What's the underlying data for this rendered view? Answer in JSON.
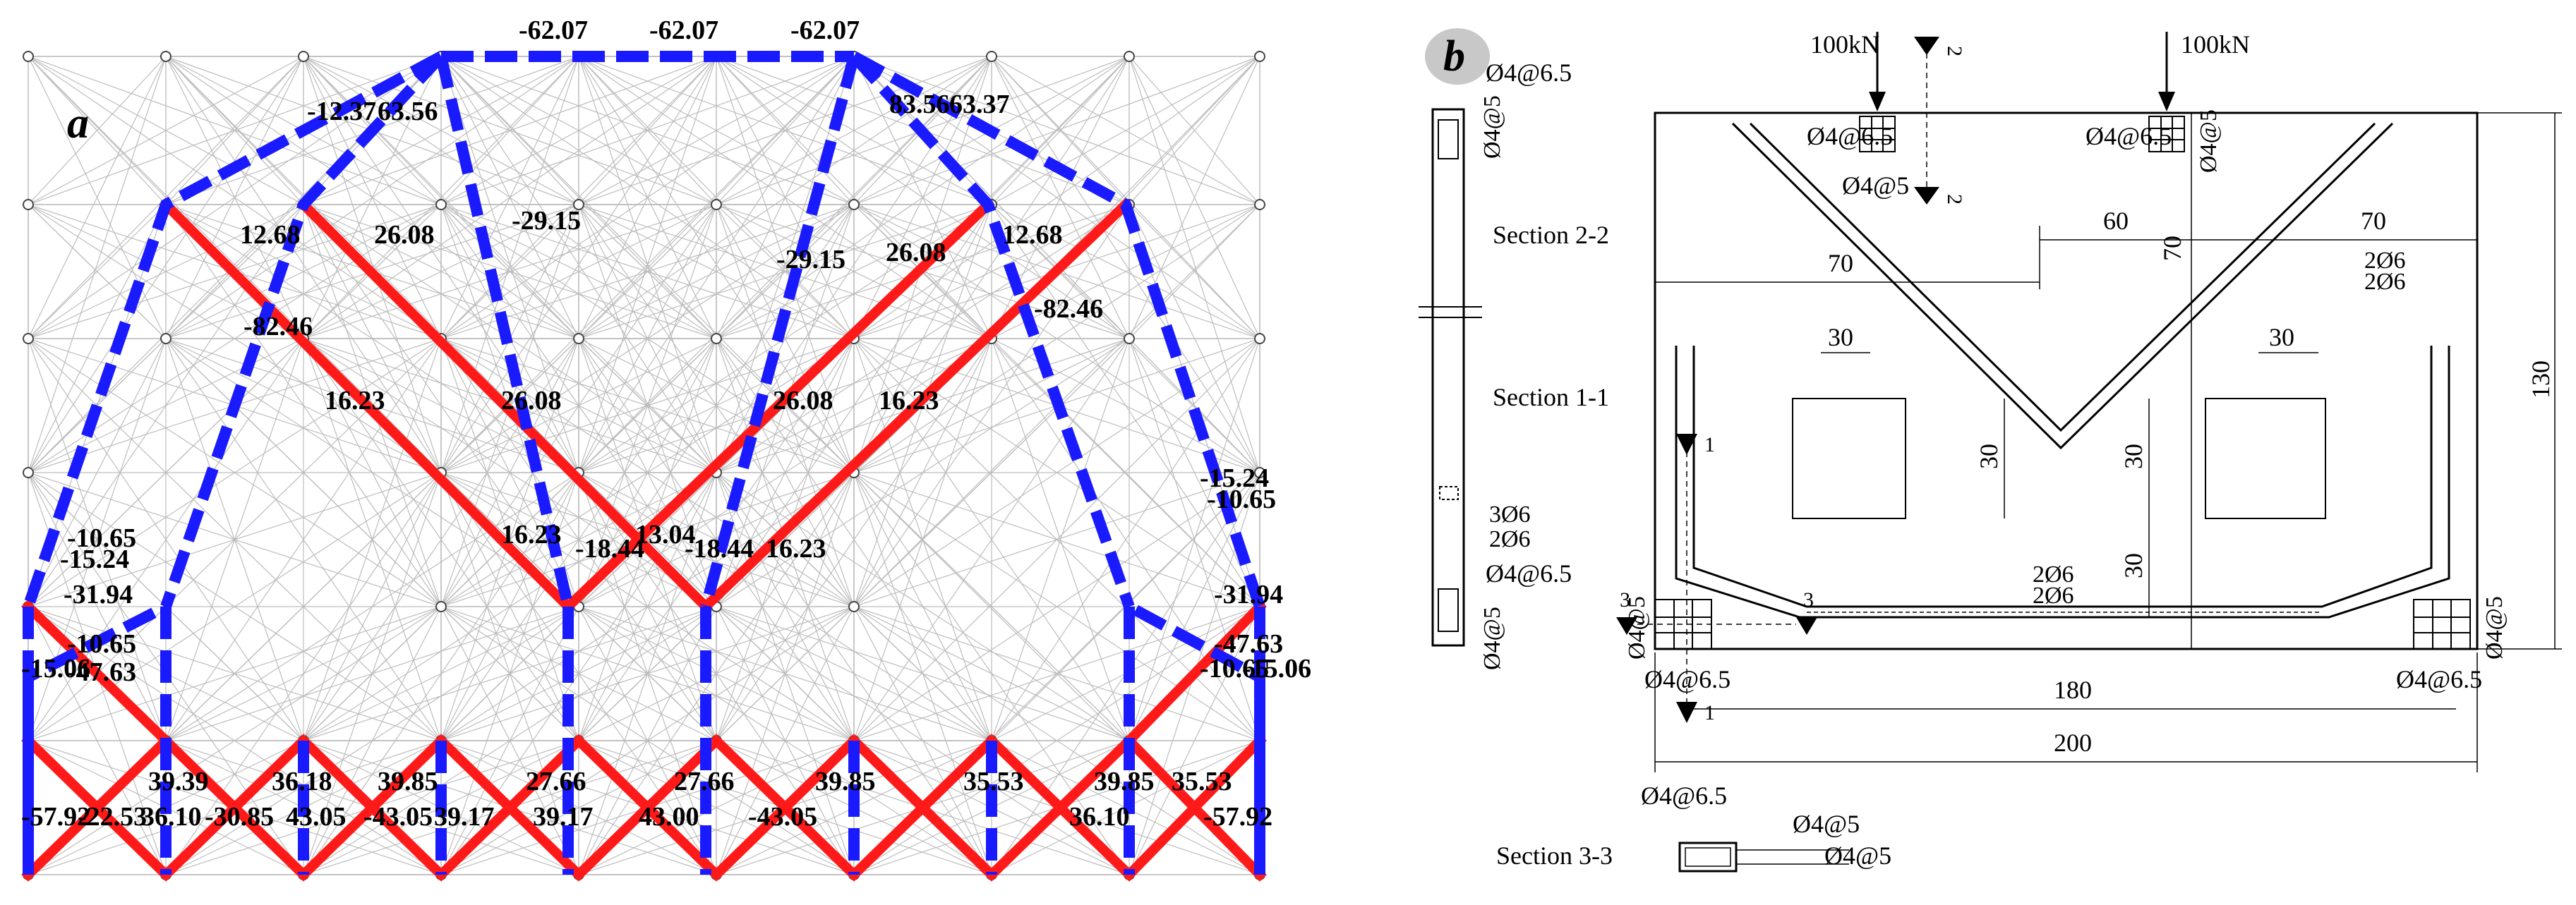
{
  "panel_a": {
    "letter": "a",
    "force_labels": [
      "-62.07",
      "-62.07",
      "-62.07",
      "-12.37",
      "63.56",
      "83.56",
      "63.37",
      "12.68",
      "26.08",
      "-29.15",
      "-29.15",
      "26.08",
      "12.68",
      "-82.46",
      "-82.46",
      "16.23",
      "26.08",
      "26.08",
      "16.23",
      "16.23",
      "-18.44",
      "13.04",
      "-18.44",
      "16.23",
      "-10.65",
      "-15.24",
      "-15.24",
      "-10.65",
      "-31.94",
      "-31.94",
      "-10.65",
      "-15.06",
      "-47.63",
      "-47.63",
      "-10.65",
      "-15.06",
      "39.39",
      "36.18",
      "39.85",
      "27.66",
      "27.66",
      "39.85",
      "35.53",
      "39.85",
      "35.53",
      "-57.92",
      "-22.53",
      "36.10",
      "-30.85",
      "43.05",
      "-43.05",
      "39.17",
      "39.17",
      "43.00",
      "-43.05",
      "36.10",
      "-57.92"
    ]
  },
  "panel_b": {
    "letter": "b",
    "loads": [
      "100kN",
      "100kN"
    ],
    "sections": [
      "Section 2-2",
      "Section 1-1",
      "Section 3-3"
    ],
    "stirrups": {
      "s1": "Ø4@6.5",
      "s2": "Ø4@5",
      "s3": "Ø4@6.5",
      "s4": "Ø4@5",
      "s5": "Ø4@6.5",
      "s6": "Ø4@5",
      "s7": "Ø4@5",
      "s8": "Ø4@6.5",
      "s9": "Ø4@6.5",
      "s10": "Ø4@5",
      "s11": "Ø4@5",
      "s12": "Ø4@6.5",
      "s13": "Ø4@5",
      "s14": "Ø4@6.5",
      "s15": "Ø4@5"
    },
    "rebars": {
      "r1": "2Ø6",
      "r2": "2Ø6",
      "r3": "3Ø6",
      "r4": "2Ø6",
      "r5": "2Ø6",
      "r6": "2Ø6"
    },
    "cut_marks": [
      "2",
      "2",
      "1",
      "1",
      "3",
      "3"
    ],
    "dimensions": {
      "d70a": "70",
      "d60": "60",
      "d70b": "70",
      "d70v": "70",
      "d30a": "30",
      "d30b": "30",
      "d30c": "30",
      "d30d": "30",
      "d30e": "30",
      "d130": "130",
      "d180": "180",
      "d200": "200"
    }
  }
}
